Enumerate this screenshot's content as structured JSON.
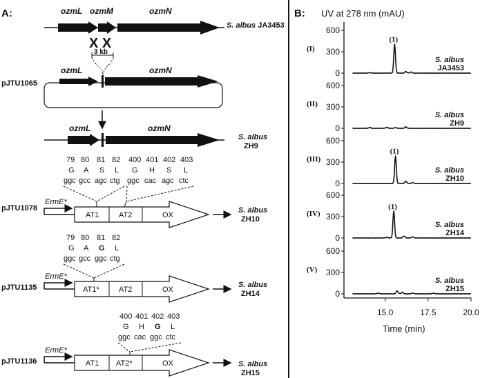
{
  "panel_a": {
    "label": "A:",
    "genes": [
      "ozmL",
      "ozmM",
      "ozmN"
    ],
    "cross_marks": "X X",
    "deletion": "3 kb",
    "pjtu1065": {
      "plasmid": "pJTU1065",
      "genes": [
        "ozmL",
        "ozmN"
      ]
    },
    "strains": [
      {
        "species": "S. albus",
        "id": "JA3453"
      },
      {
        "species": "S. albus",
        "id": "ZH9"
      },
      {
        "species": "S. albus",
        "id": "ZH10"
      },
      {
        "species": "S. albus",
        "id": "ZH14"
      },
      {
        "species": "S. albus",
        "id": "ZH15"
      }
    ],
    "zh9_genes": [
      "ozmL",
      "ozmN"
    ],
    "constructs": [
      {
        "plasmid": "pJTU1078",
        "promoter": "ErmE*",
        "domains": [
          "AT1",
          "AT2",
          "OX"
        ],
        "positions": [
          "79",
          "80",
          "81",
          "82",
          "400",
          "401",
          "402",
          "403"
        ],
        "aa": [
          "G",
          "A",
          "S",
          "L",
          "G",
          "H",
          "S",
          "L"
        ],
        "codons": [
          "ggc",
          "gcc",
          "agc",
          "ctg",
          "ggc",
          "cac",
          "agc",
          "ctc"
        ]
      },
      {
        "plasmid": "pJTU1135",
        "promoter": "ErmE*",
        "domains": [
          "AT1*",
          "AT2",
          "OX"
        ],
        "positions": [
          "79",
          "80",
          "81",
          "82"
        ],
        "aa": [
          "G",
          "A",
          "G",
          "L"
        ],
        "codons": [
          "ggc",
          "gcc",
          "ggc",
          "ctg"
        ]
      },
      {
        "plasmid": "pJTU1136",
        "promoter": "ErmE*",
        "domains": [
          "AT1",
          "AT2*",
          "OX"
        ],
        "positions": [
          "400",
          "401",
          "402",
          "403"
        ],
        "aa": [
          "G",
          "H",
          "G",
          "L"
        ],
        "codons": [
          "ggc",
          "cac",
          "ggc",
          "ctc"
        ]
      }
    ]
  },
  "panel_b": {
    "label": "B:",
    "ylabel": "UV at 278 nm (mAU)",
    "xlabel": "Time (min)",
    "colors": {
      "trace": "#111111",
      "text": "#111111"
    }
  },
  "chart_data": {
    "type": "line",
    "xlabel": "Time (min)",
    "ylabel": "UV at 278 nm (mAU)",
    "xlim": [
      12.6,
      20.0
    ],
    "xticks": [
      "15.0",
      "17.5",
      "20.0"
    ],
    "ylim": [
      0,
      600
    ],
    "yticks": [
      "0",
      "300",
      "600"
    ],
    "grid": false,
    "peak_label": "(1)",
    "series": [
      {
        "panel": "(I)",
        "strain": "S. albus",
        "id": "JA3453",
        "peak_time": 15.55,
        "peak_height": 400,
        "peak_labeled": true,
        "minor_peaks": [
          {
            "t": 16.2,
            "h": 22
          },
          {
            "t": 16.5,
            "h": 14
          },
          {
            "t": 14.1,
            "h": 8
          }
        ]
      },
      {
        "panel": "(II)",
        "strain": "S. albus",
        "id": "ZH9",
        "peak_time": null,
        "peak_height": 0,
        "peak_labeled": false,
        "minor_peaks": [
          {
            "t": 14.1,
            "h": 12
          },
          {
            "t": 15.1,
            "h": 14
          },
          {
            "t": 15.6,
            "h": 10
          },
          {
            "t": 16.2,
            "h": 20
          }
        ]
      },
      {
        "panel": "(III)",
        "strain": "S. albus",
        "id": "ZH10",
        "peak_time": 15.6,
        "peak_height": 380,
        "peak_labeled": true,
        "minor_peaks": [
          {
            "t": 16.2,
            "h": 30
          },
          {
            "t": 16.6,
            "h": 12
          }
        ]
      },
      {
        "panel": "(IV)",
        "strain": "S. albus",
        "id": "ZH14",
        "peak_time": 15.5,
        "peak_height": 370,
        "peak_labeled": true,
        "minor_peaks": [
          {
            "t": 16.1,
            "h": 28
          },
          {
            "t": 16.6,
            "h": 16
          },
          {
            "t": 15.1,
            "h": 10
          }
        ]
      },
      {
        "panel": "(V)",
        "strain": "S. albus",
        "id": "ZH15",
        "peak_time": null,
        "peak_height": 0,
        "peak_labeled": false,
        "minor_peaks": [
          {
            "t": 14.6,
            "h": 10
          },
          {
            "t": 15.7,
            "h": 40
          },
          {
            "t": 16.0,
            "h": 22
          },
          {
            "t": 16.6,
            "h": 12
          },
          {
            "t": 17.8,
            "h": 10
          }
        ]
      }
    ]
  }
}
